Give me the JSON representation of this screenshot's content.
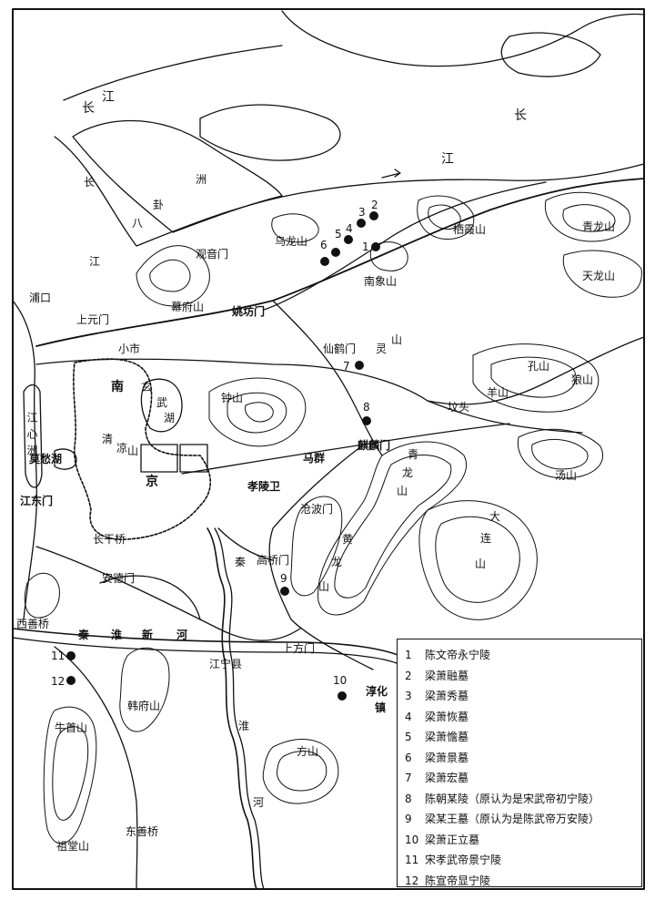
{
  "map": {
    "colors": {
      "ink": "#111111",
      "paper": "#ffffff"
    },
    "rivers": {
      "changjiang_a": "长",
      "changjiang_b": "江",
      "changjiang_upper": "长",
      "changjiang_upper2": "江",
      "qinhuai_1": "秦",
      "qinhuai_2": "淮",
      "qinhuai_3": "河",
      "qinhuai_new_1": "秦",
      "qinhuai_new_2": "淮",
      "qinhuai_new_3": "新",
      "qinhuai_new_4": "河",
      "jiangxinzhou": "江心洲"
    },
    "islands": {
      "changbagua_1": "长",
      "changbagua_2": "八",
      "changbagua_3": "卦",
      "changbagua_4": "洲",
      "jiang": "江"
    },
    "gates": {
      "guanyinmen": "观音门",
      "yaofangmen": "姚坊门",
      "xianhemen": "仙鹤门",
      "qilinmen": "麒麟门",
      "canglangmen": "沧波门",
      "gaoqiaomen": "高桥门",
      "shangfangmen": "上方门",
      "andemen": "安德门",
      "jiangdongmen": "江东门",
      "shangyuanmen": "上元门"
    },
    "places": {
      "pukou": "浦口",
      "xiaoshi": "小市",
      "maqun": "马群",
      "xiaolingwei": "孝陵卫",
      "fentou": "坟头",
      "changganqiao": "长干桥",
      "xishanqiao": "西善桥",
      "jiangningxian": "江宁县",
      "chunhuazhen_1": "淳化",
      "chunhuazhen_2": "镇",
      "dongshanqiao": "东善桥",
      "mochouhu": "莫愁湖",
      "nanjing_1": "南",
      "nanjing_2": "京",
      "xuanwuhu_1": "玄",
      "xuanwuhu_2": "武",
      "xuanwuhu_3": "湖",
      "qingliangshan_1": "清",
      "qingliangshan_2": "凉",
      "qingliangshan_3": "山"
    },
    "mountains": {
      "wulongshan": "乌龙山",
      "qixiashan": "栖霞山",
      "qinglongshan": "青龙山",
      "tianlongshan": "天龙山",
      "nanxiangshan": "南象山",
      "mufushan": "幕府山",
      "lingshan_1": "灵",
      "lingshan_2": "山",
      "zhongshan": "钟山",
      "kongshan": "孔山",
      "yangshan": "羊山",
      "langshan": "狼山",
      "tangshan": "汤山",
      "qinglong2_1": "青",
      "qinglong2_2": "龙",
      "qinglong2_3": "山",
      "huanglong_1": "黄",
      "huanglong_2": "龙",
      "huanglong_3": "山",
      "dalianshan_1": "大",
      "dalianshan_2": "连",
      "dalianshan_3": "山",
      "hanfushan": "韩府山",
      "niushoushan": "牛首山",
      "zutangshan": "祖堂山",
      "fangshan": "方山"
    },
    "site_numbers": {
      "n1": "1",
      "n2": "2",
      "n3": "3",
      "n4": "4",
      "n5": "5",
      "n6": "6",
      "n7": "7",
      "n8": "8",
      "n9": "9",
      "n10": "10",
      "n11": "11",
      "n12": "12"
    }
  },
  "legend": [
    {
      "num": "1",
      "label": "陈文帝永宁陵"
    },
    {
      "num": "2",
      "label": "梁萧融墓"
    },
    {
      "num": "3",
      "label": "梁萧秀墓"
    },
    {
      "num": "4",
      "label": "梁萧恢墓"
    },
    {
      "num": "5",
      "label": "梁萧憺墓"
    },
    {
      "num": "6",
      "label": "梁萧景墓"
    },
    {
      "num": "7",
      "label": "梁萧宏墓"
    },
    {
      "num": "8",
      "label": "陈朝某陵（原认为是宋武帝初宁陵）"
    },
    {
      "num": "9",
      "label": "梁某王墓（原认为是陈武帝万安陵）"
    },
    {
      "num": "10",
      "label": "梁萧正立墓"
    },
    {
      "num": "11",
      "label": "宋孝武帝景宁陵"
    },
    {
      "num": "12",
      "label": "陈宣帝显宁陵"
    }
  ]
}
